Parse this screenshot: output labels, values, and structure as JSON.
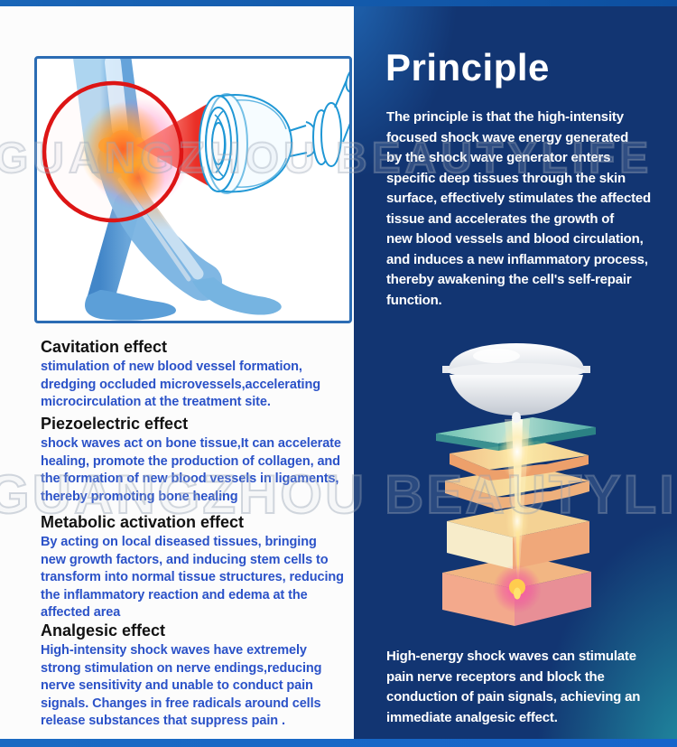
{
  "watermark": {
    "text": "GUANGZHOU BEAUTYLIFE"
  },
  "left": {
    "illustration": "knee-shockwave-treatment",
    "sections": [
      {
        "heading": "Cavitation effect",
        "body": "stimulation of new blood vessel formation,\ndredging occluded microvessels,accelerating\nmicrocirculation at the treatment site."
      },
      {
        "heading": "Piezoelectric effect",
        "body": "shock waves act on bone tissue,It can accelerate\nhealing, promote the production of collagen, and\nthe formation of new blood vessels in ligaments,\nthereby promoting bone healing"
      },
      {
        "heading": "Metabolic activation effect",
        "body": "By acting on local diseased tissues, bringing\nnew growth factors, and inducing stem cells to\ntransform into normal tissue structures, reducing\nthe inflammatory reaction and edema at the\naffected area"
      },
      {
        "heading": "Analgesic effect",
        "body": "High-intensity shock waves have extremely\nstrong stimulation on nerve endings,reducing\nnerve sensitivity and unable to conduct pain\nsignals. Changes in free radicals around cells\nrelease substances that suppress pain ."
      }
    ]
  },
  "right": {
    "title": "Principle",
    "paragraph": "The principle is that the high-intensity\nfocused shock wave energy generated\nby the shock wave generator enters\nspecific deep tissues through the skin\nsurface, effectively stimulates the affected\ntissue and accelerates the growth of\nnew blood vessels and blood circulation,\nand induces a new inflammatory process,\nthereby awakening the cell's self-repair\nfunction.",
    "illustration": "shockwave-tissue-layers-penetration",
    "bottom_paragraph": "High-energy shock waves can stimulate\npain nerve receptors and block the\nconduction of pain signals, achieving an\nimmediate analgesic effect."
  },
  "colors": {
    "top_bar": "#0d4fa0",
    "bottom_bar": "#1565cb",
    "panel_navy": "#123572",
    "panel_teal": "#229a96",
    "heading_black": "#121212",
    "body_blue": "#2b52c8",
    "box_border_blue": "#2b6cb4",
    "circle_red": "#dd1515",
    "text_white": "#ffffff"
  }
}
